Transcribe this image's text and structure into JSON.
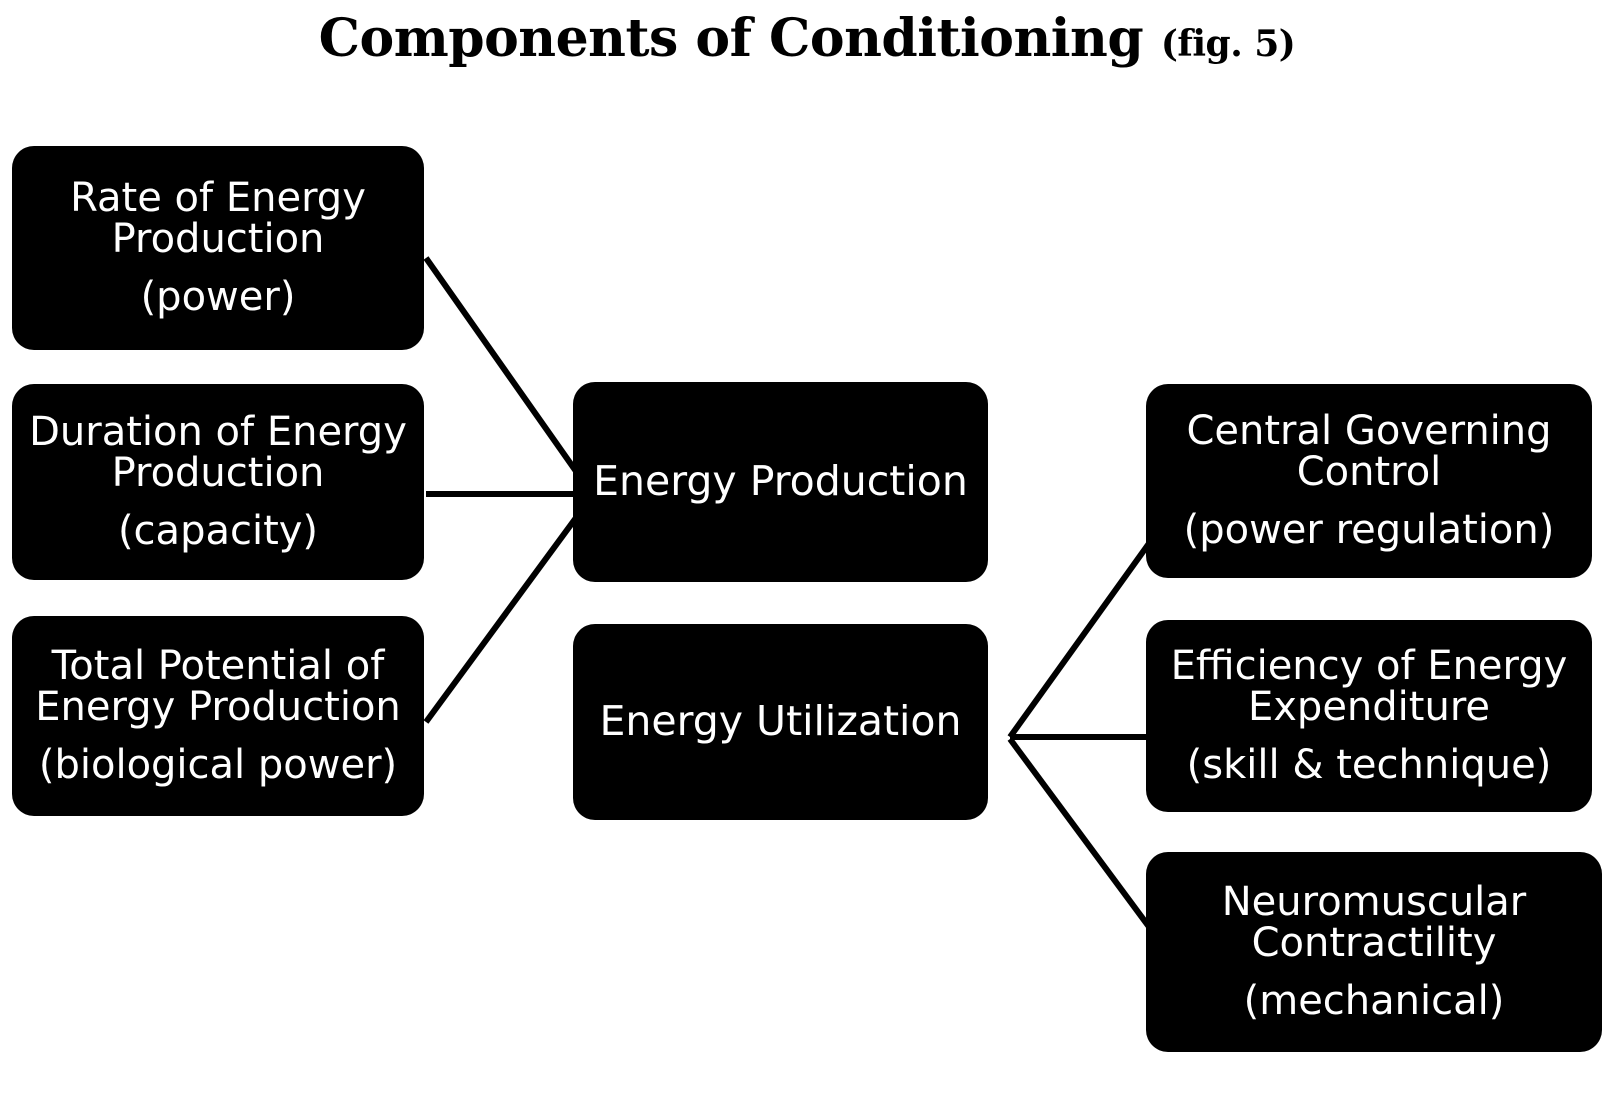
{
  "title": {
    "main": "Components of Conditioning ",
    "figure": "(fig. 5)"
  },
  "colors": {
    "node_fill": "#000000",
    "node_text": "#ffffff",
    "background": "#ffffff",
    "connector": "#000000"
  },
  "nodes": {
    "left": [
      {
        "id": "rate-of-energy-production",
        "main": "Rate of Energy\nProduction",
        "paren": "(power)"
      },
      {
        "id": "duration-of-energy-production",
        "main": "Duration of Energy\nProduction",
        "paren": "(capacity)"
      },
      {
        "id": "total-potential-of-energy-production",
        "main": "Total Potential of\nEnergy Production",
        "paren": "(biological power)"
      }
    ],
    "center": [
      {
        "id": "energy-production",
        "main": "Energy Production",
        "paren": ""
      },
      {
        "id": "energy-utilization",
        "main": "Energy Utilization",
        "paren": ""
      }
    ],
    "right": [
      {
        "id": "central-governing-control",
        "main": "Central Governing\nControl",
        "paren": "(power regulation)"
      },
      {
        "id": "efficiency-of-energy-expenditure",
        "main": "Efficiency of Energy\nExpenditure",
        "paren": "(skill & technique)"
      },
      {
        "id": "neuromuscular-contractility",
        "main": "Neuromuscular\nContractility",
        "paren": "(mechanical)"
      }
    ]
  },
  "connections": [
    {
      "from": "rate-of-energy-production",
      "to": "energy-production"
    },
    {
      "from": "duration-of-energy-production",
      "to": "energy-production"
    },
    {
      "from": "total-potential-of-energy-production",
      "to": "energy-production"
    },
    {
      "from": "energy-utilization",
      "to": "central-governing-control"
    },
    {
      "from": "energy-utilization",
      "to": "efficiency-of-energy-expenditure"
    },
    {
      "from": "energy-utilization",
      "to": "neuromuscular-contractility"
    }
  ]
}
